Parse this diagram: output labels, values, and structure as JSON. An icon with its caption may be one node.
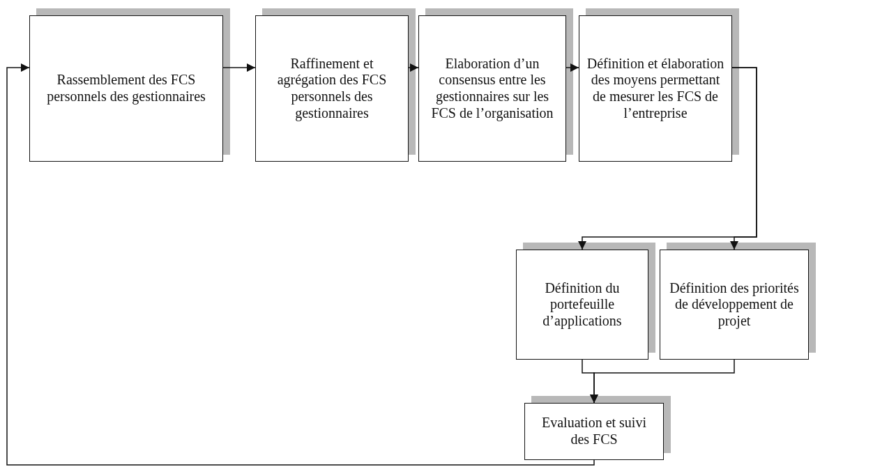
{
  "diagram": {
    "nodes": [
      {
        "text": [
          "Rassemblement des FCS personnels des gestionnaires"
        ]
      },
      {
        "text": [
          "Raffinement et agrégation des FCS personnels des gestionnaires"
        ]
      },
      {
        "text": [
          "Elaboration d’un consensus entre les gestionnaires sur les FCS de l’organisation"
        ]
      },
      {
        "text": [
          "Définition et élaboration des moyens permettant de mesurer les FCS de l’entreprise"
        ]
      },
      {
        "text": [
          "Définition du portefeuille d’applications"
        ]
      },
      {
        "text": [
          "Définition des priorités de développement de projet"
        ]
      },
      {
        "text": [
          "Evaluation et suivi des FCS"
        ]
      }
    ],
    "edges": [
      {
        "from": 0,
        "to": 1,
        "arrow": "to"
      },
      {
        "from": 1,
        "to": 2,
        "arrow": "to"
      },
      {
        "from": 2,
        "to": 3,
        "arrow": "to"
      },
      {
        "from": 3,
        "to": 4,
        "arrow": "to"
      },
      {
        "from": 3,
        "to": 5,
        "arrow": "to"
      },
      {
        "from": 4,
        "to": 6,
        "arrow": "to"
      },
      {
        "from": 5,
        "to": 6,
        "arrow": "to"
      },
      {
        "from": 6,
        "to": 0,
        "arrow": "to"
      }
    ]
  }
}
